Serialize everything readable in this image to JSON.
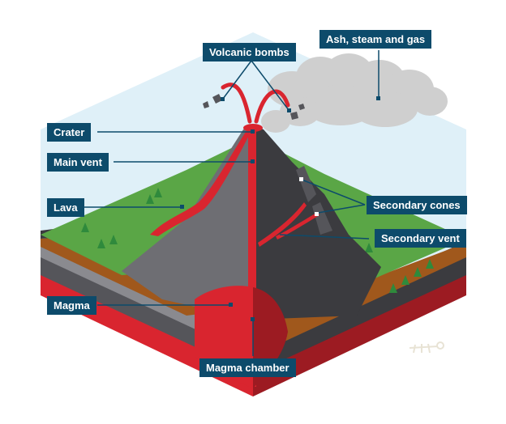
{
  "colors": {
    "label_bg": "#0d4b6b",
    "leader_line": "#0d4b6b",
    "sky": "#dff0f8",
    "grass": "#5aa646",
    "rock_grey": "#6e6e73",
    "dark_rock": "#3b3b3f",
    "soil": "#a0581c",
    "magma": "#d9252f",
    "deep_magma": "#9c1b22",
    "smoke": "#cfcfcf"
  },
  "labels": {
    "volcanic_bombs": "Volcanic bombs",
    "ash_steam_gas": "Ash, steam and gas",
    "crater": "Crater",
    "main_vent": "Main vent",
    "lava": "Lava",
    "secondary_cones": "Secondary cones",
    "secondary_vent": "Secondary vent",
    "magma": "Magma",
    "magma_chamber": "Magma chamber"
  }
}
